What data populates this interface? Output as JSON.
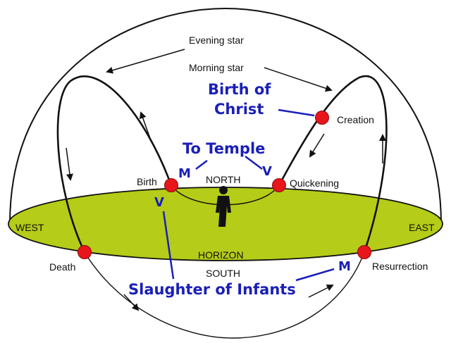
{
  "labels": {
    "evening_star": "Evening star",
    "morning_star": "Morning star",
    "birth_of_christ_line1": "Birth of",
    "birth_of_christ_line2": "Christ",
    "creation": "Creation",
    "to_temple": "To Temple",
    "m_left": "M",
    "v_right": "V",
    "birth": "Birth",
    "north": "NORTH",
    "quickening": "Quickening",
    "v_left": "V",
    "west": "WEST",
    "east": "EAST",
    "horizon": "HORIZON",
    "death": "Death",
    "south": "SOUTH",
    "m_right": "M",
    "resurrection": "Resurrection",
    "slaughter_of_infants": "Slaughter of Infants"
  },
  "colors": {
    "horizon_fill": "#b5cc18",
    "point_red": "#e8151b",
    "annotation_blue": "#1a1fb8",
    "figure": "#111111"
  }
}
